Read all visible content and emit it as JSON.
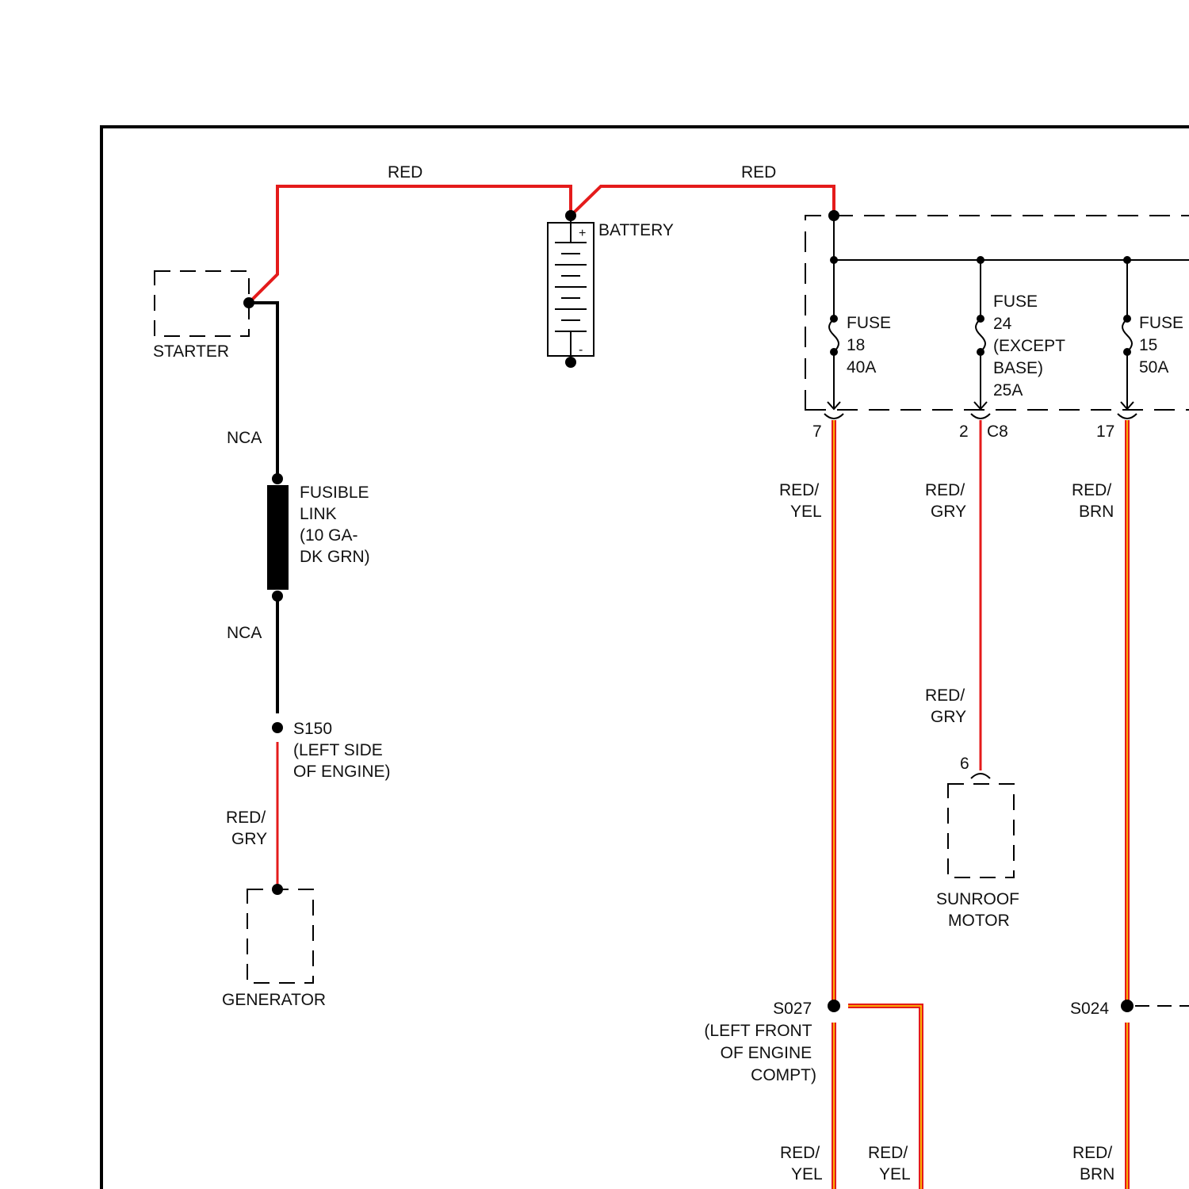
{
  "colors": {
    "wire_red": "#e41b1b",
    "wire_yellow_stripe": "#ffd400",
    "wire_black": "#000000"
  },
  "starter": {
    "label": "STARTER"
  },
  "battery": {
    "label": "BATTERY",
    "pos": "+",
    "neg": "-"
  },
  "wires": {
    "red_left": "RED",
    "red_right": "RED",
    "nca_top": "NCA",
    "nca_bottom": "NCA",
    "gen_wire": [
      "RED/",
      "GRY"
    ],
    "fuse18_wire": [
      "RED/",
      "YEL"
    ],
    "fuse24_wire": [
      "RED/",
      "GRY"
    ],
    "fuse24_wire_lower": [
      "RED/",
      "GRY"
    ],
    "fuse15_wire": [
      "RED/",
      "BRN"
    ],
    "s027_down_left": [
      "RED/",
      "YEL"
    ],
    "s027_down_right": [
      "RED/",
      "YEL"
    ],
    "s024_down": [
      "RED/",
      "BRN"
    ]
  },
  "fusible_link": {
    "lines": [
      "FUSIBLE",
      "LINK",
      "(10 GA-",
      "DK GRN)"
    ]
  },
  "splice_s150": {
    "lines": [
      "S150",
      "(LEFT SIDE",
      "OF ENGINE)"
    ]
  },
  "generator": {
    "label": "GENERATOR"
  },
  "fuses": [
    {
      "lines": [
        "FUSE",
        "18",
        "40A"
      ],
      "pin": "7"
    },
    {
      "lines": [
        "FUSE",
        "24",
        "(EXCEPT",
        "BASE)",
        "25A"
      ],
      "pin": "2"
    },
    {
      "lines": [
        "FUSE",
        "15",
        "50A"
      ],
      "pin": "17"
    }
  ],
  "connector": {
    "label": "C8"
  },
  "sunroof_motor": {
    "pin": "6",
    "lines": [
      "SUNROOF",
      "MOTOR"
    ]
  },
  "splice_s027": {
    "lines": [
      "S027",
      "(LEFT FRONT",
      "OF ENGINE",
      "COMPT)"
    ]
  },
  "splice_s024": {
    "label": "S024"
  }
}
